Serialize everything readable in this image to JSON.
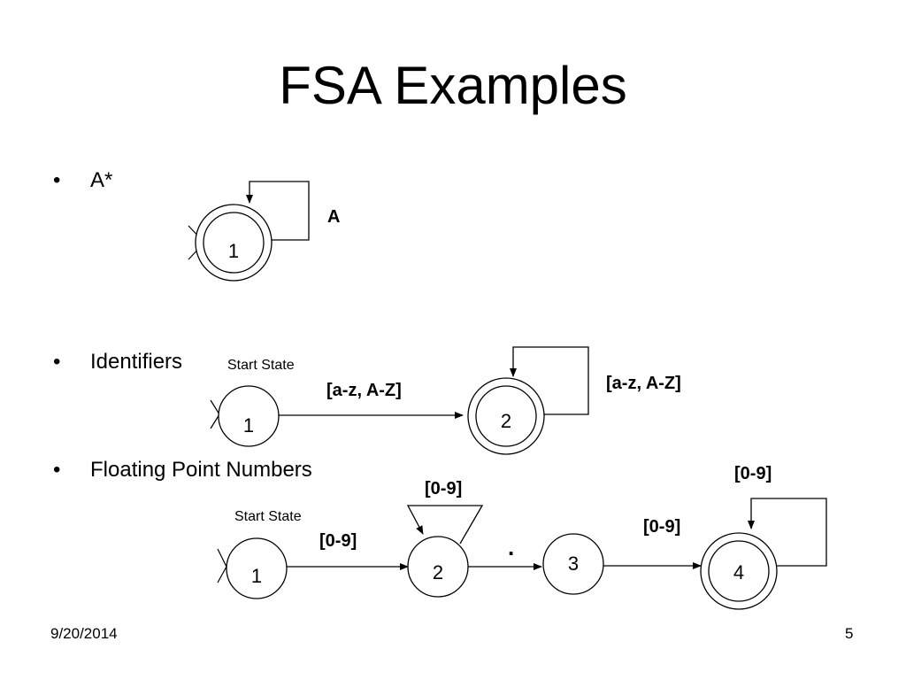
{
  "slide": {
    "title": "FSA Examples",
    "bullets": [
      {
        "label": "A*"
      },
      {
        "label": "Identifiers"
      },
      {
        "label": "Floating Point Numbers"
      }
    ],
    "bullet_glyph": "•",
    "footer": {
      "date": "9/20/2014",
      "page": "5"
    }
  },
  "diagrams": {
    "a_star": {
      "state": "1",
      "loop_label": "A"
    },
    "identifiers": {
      "start_label": "Start State",
      "state1": "1",
      "state2": "2",
      "edge_label": "[a-z, A-Z]",
      "loop_label": "[a-z, A-Z]"
    },
    "floating": {
      "start_label": "Start State",
      "state1": "1",
      "state2": "2",
      "state3": "3",
      "state4": "4",
      "edge12_label": "[0-9]",
      "loop2_label": "[0-9]",
      "edge23_label": ".",
      "edge34_label": "[0-9]",
      "loop4_label": "[0-9]"
    }
  }
}
